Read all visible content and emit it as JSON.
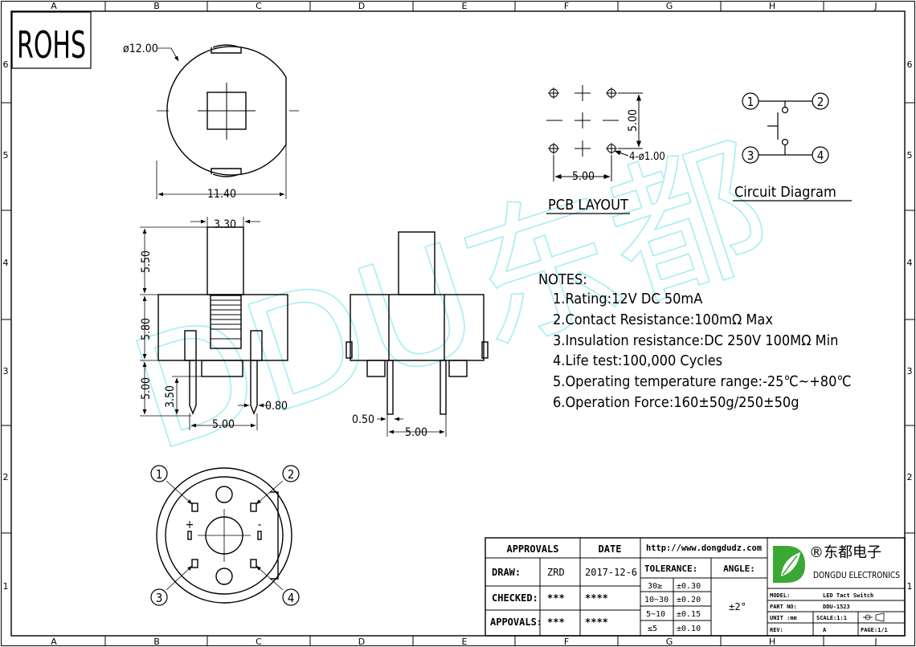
{
  "border": {
    "columns": [
      "A",
      "B",
      "C",
      "D",
      "E",
      "F",
      "G",
      "H",
      "J"
    ],
    "rows": [
      "6",
      "5",
      "4",
      "3",
      "2",
      "1"
    ]
  },
  "rohs": "ROHS",
  "watermark": "DDU东都",
  "top_view": {
    "dia": "ø12.00",
    "width": "11.40"
  },
  "side_view": {
    "d1": "3.30",
    "d2": "5.50",
    "d3": "5.80",
    "d4": "5.00",
    "d5": "3.50",
    "d6": "0.80",
    "d7": "5.00"
  },
  "front_view": {
    "d1": "0.50",
    "d2": "5.00"
  },
  "bottom_view": {
    "pin1": "1",
    "pin2": "2",
    "pin3": "3",
    "pin4": "4",
    "plus": "+",
    "minus": "-"
  },
  "pcb": {
    "title": "PCB LAYOUT",
    "dim_h": "5.00",
    "dim_v": "5.00",
    "holes": "4-ø1.00"
  },
  "circuit": {
    "title": "Circuit Diagram",
    "p1": "1",
    "p2": "2",
    "p3": "3",
    "p4": "4"
  },
  "notes": {
    "heading": "NOTES:",
    "items": [
      "1.Rating:12V DC 50mA",
      "2.Contact Resistance:100mΩ Max",
      "3.Insulation resistance:DC 250V 100MΩ Min",
      "4.Life test:100,000 Cycles",
      "5.Operating temperature range:-25℃~+80℃",
      "6.Operation Force:160±50g/250±50g"
    ]
  },
  "title_block": {
    "approvals": "APPROVALS",
    "date": "DATE",
    "draw_label": "DRAW:",
    "draw_name": "ZRD",
    "draw_date": "2017-12-6",
    "checked_label": "CHECKED:",
    "checked_name": "***",
    "checked_date": "****",
    "appovals_label": "APPOVALS:",
    "appovals_name": "***",
    "appovals_date": "****",
    "url": "http://www.dongdudz.com",
    "tolerance": "TOLERANCE:",
    "angle": "ANGLE:",
    "tol_rows": [
      [
        "30≥",
        "±0.30"
      ],
      [
        "10~30",
        "±0.20"
      ],
      [
        "5~10",
        "±0.15"
      ],
      [
        "≤5",
        "±0.10"
      ]
    ],
    "angle_val": "±2°",
    "company_cn": "®东都电子",
    "company_en": "DONGDU ELECTRONICS",
    "model_label": "MODEL:",
    "model_val": "LED Tact Switch",
    "part_label": "PART NO:",
    "part_val": "DDU-1523",
    "unit_label": "UNIT :mm",
    "scale": "SCALE:1:1",
    "rev_label": "REV:",
    "rev_val": "A",
    "page": "PAGE:1/1"
  }
}
